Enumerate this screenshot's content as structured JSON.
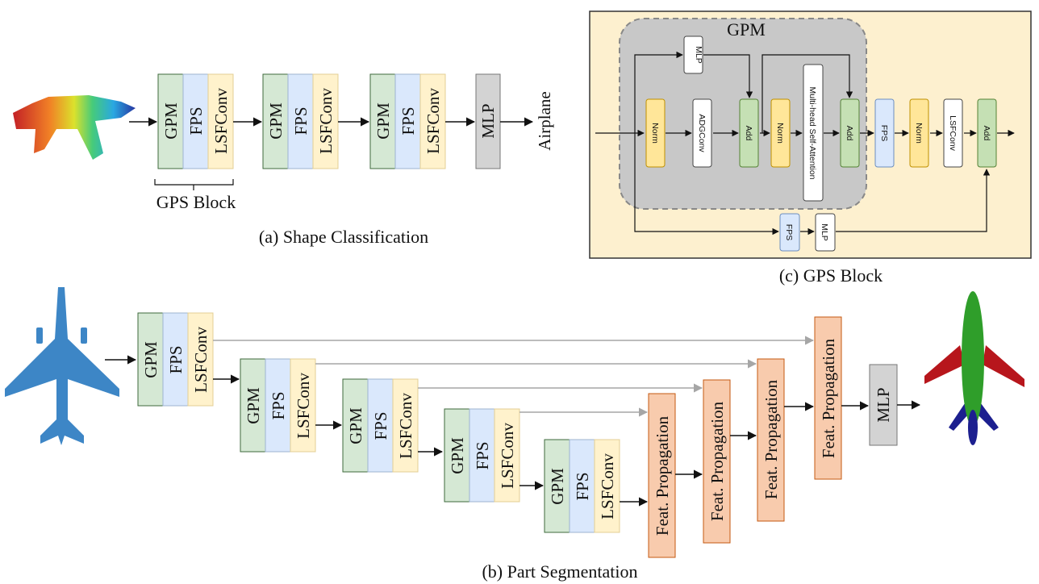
{
  "colors": {
    "gpm": "#d5e8d4",
    "gpm_stroke": "#3f6a3c",
    "fps": "#dae8fc",
    "fps_stroke": "#9db3cf",
    "lsf": "#fff2cc",
    "lsf_stroke": "#e3cf94",
    "mlp": "#d3d3d3",
    "mlp_stroke": "#777777",
    "feat": "#f8cbad",
    "feat_stroke": "#c55a11",
    "norm": "#ffe699",
    "norm_stroke": "#bf9000",
    "add": "#c5e0b4",
    "add_stroke": "#548235",
    "panel_bg": "#fdf0cf",
    "gpm_region": "#c8c8c8",
    "arrow": "#111111",
    "skip_arrow": "#a6a6a6"
  },
  "icons": {
    "input_cloud_a": "rainbow-airplane-point-cloud",
    "input_cloud_b": "blue-airplane-point-cloud",
    "output_cloud_b": "segmented-airplane-point-cloud"
  },
  "block": {
    "gpm": "GPM",
    "fps": "FPS",
    "lsf": "LSFConv"
  },
  "panel_a": {
    "caption": "(a) Shape Classification",
    "gps_block_label": "GPS Block",
    "mlp": "MLP",
    "output": "Airplane"
  },
  "panel_b": {
    "caption": "(b) Part Segmentation",
    "feat": "Feat. Propagation",
    "mlp": "MLP"
  },
  "panel_c": {
    "caption": "(c) GPS Block",
    "gpm_title": "GPM",
    "mlp": "MLP",
    "norm": "Norm",
    "adgconv": "ADGConv",
    "add": "Add",
    "attention": "Multi-head Self-Attention",
    "fps": "FPS",
    "lsfconv": "LSFConv"
  }
}
